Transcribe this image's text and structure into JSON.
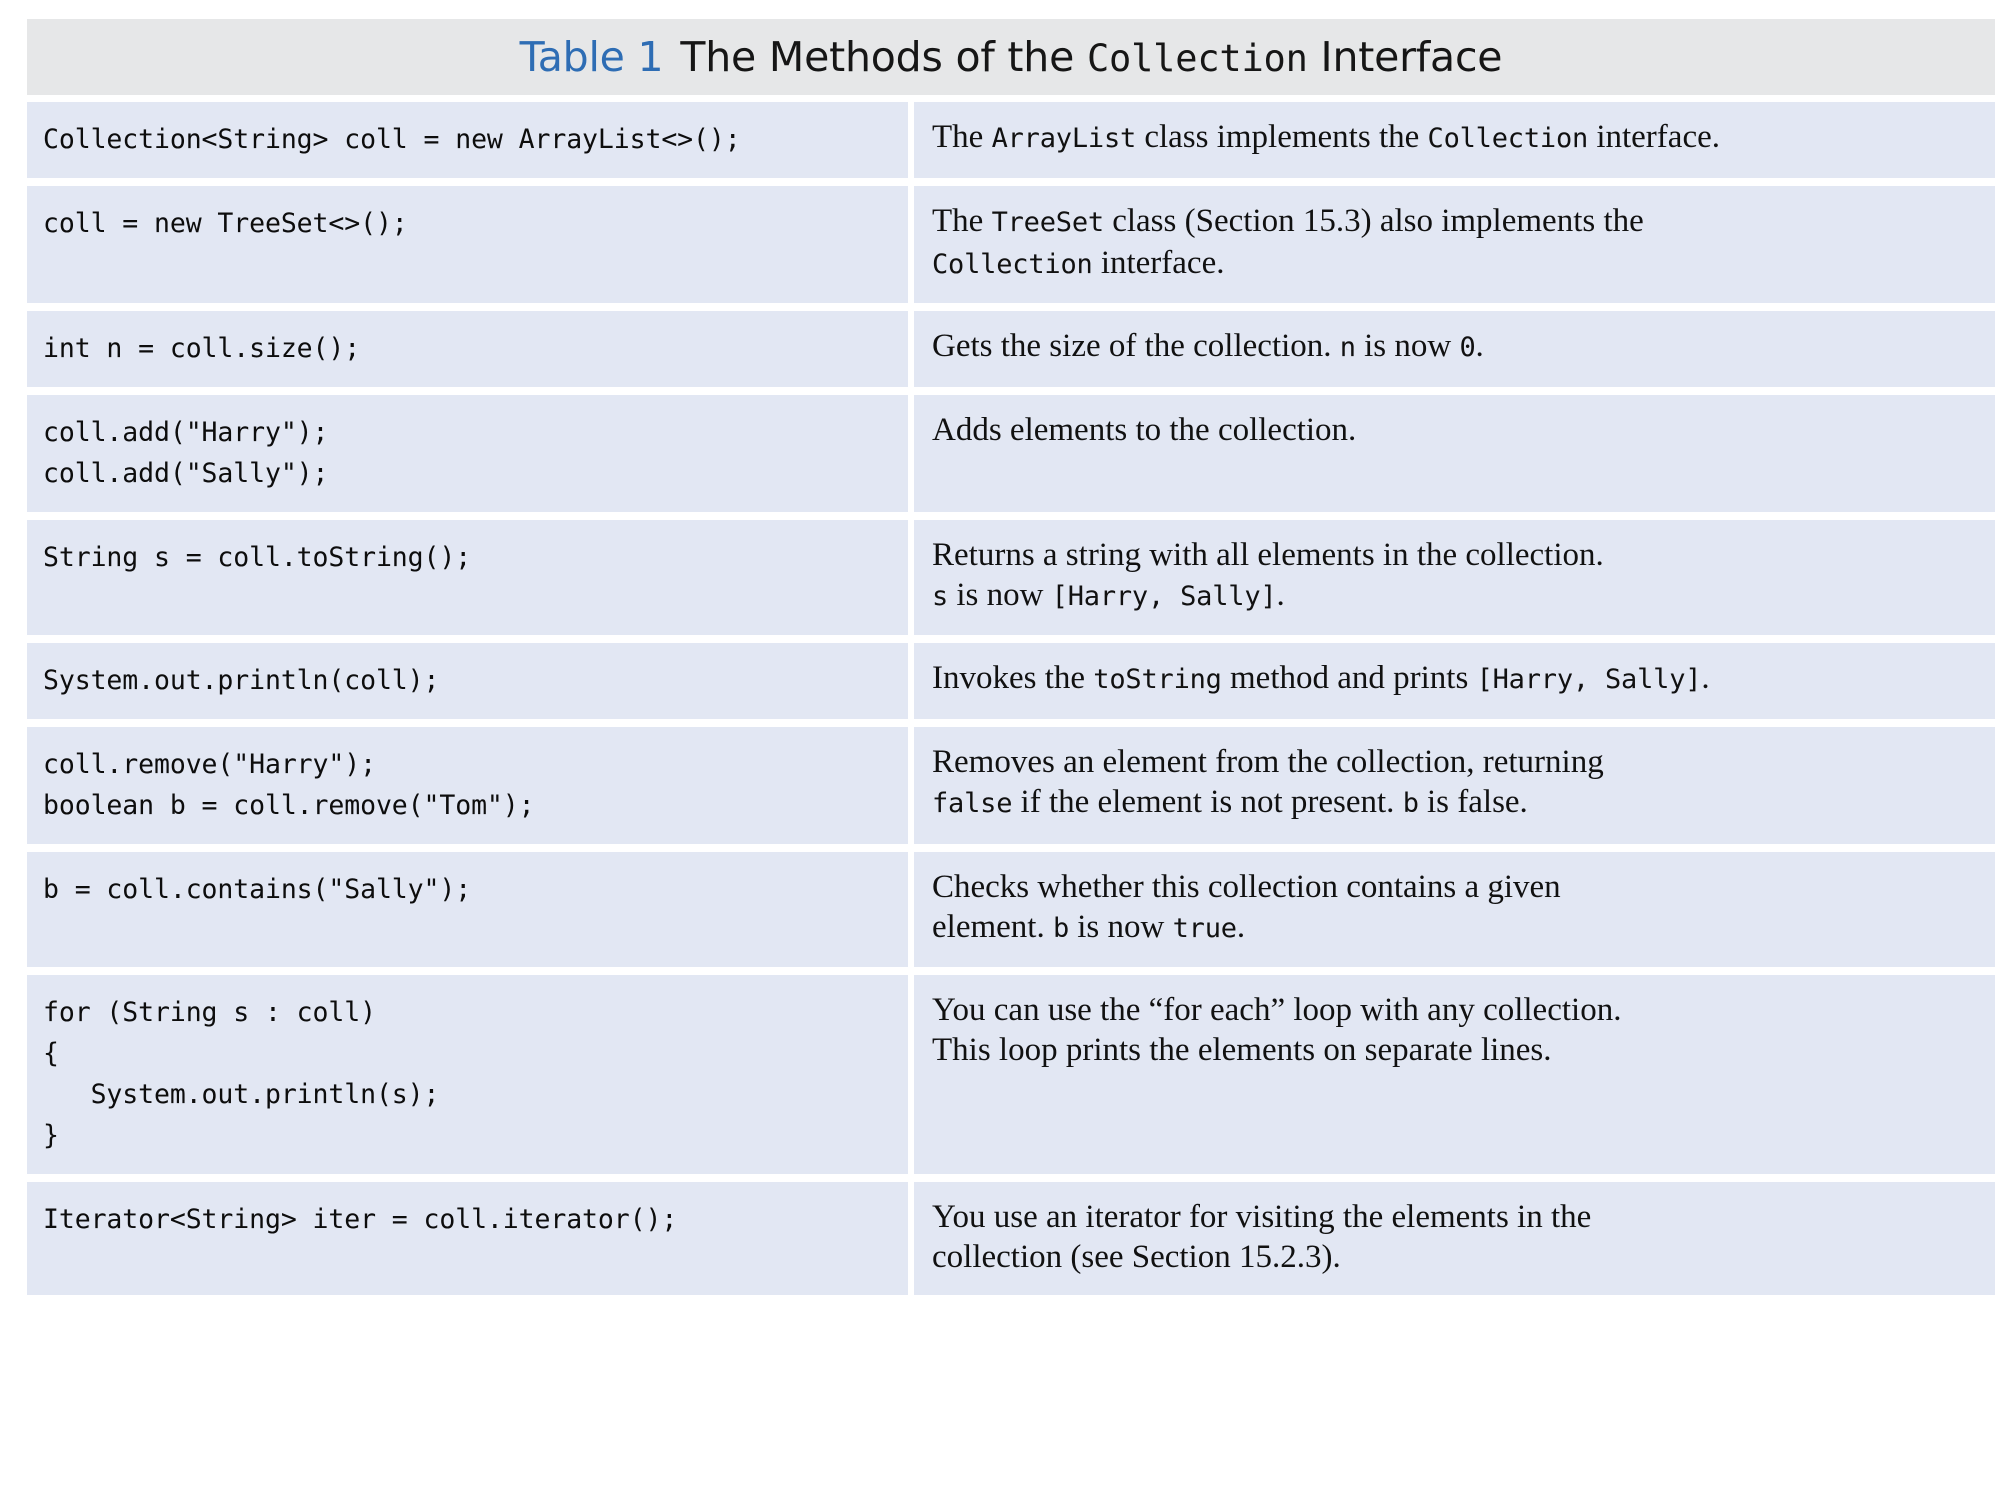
{
  "caption": {
    "label": "Table 1",
    "title_pre": "The Methods of the ",
    "title_mono": "Collection",
    "title_post": " Interface"
  },
  "table": {
    "columns": [
      "code",
      "description"
    ],
    "rows": [
      {
        "code": "Collection<String> coll = new ArrayList<>();",
        "desc_lines": [
          [
            {
              "t": "text",
              "v": "The "
            },
            {
              "t": "code",
              "v": "ArrayList"
            },
            {
              "t": "text",
              "v": " class implements the "
            },
            {
              "t": "code",
              "v": "Collection"
            },
            {
              "t": "text",
              "v": " interface."
            }
          ]
        ]
      },
      {
        "code": "coll = new TreeSet<>();",
        "desc_lines": [
          [
            {
              "t": "text",
              "v": "The "
            },
            {
              "t": "code",
              "v": "TreeSet"
            },
            {
              "t": "text",
              "v": " class (Section 15.3) also implements the"
            }
          ],
          [
            {
              "t": "code",
              "v": "Collection"
            },
            {
              "t": "text",
              "v": " interface."
            }
          ]
        ]
      },
      {
        "code": "int n = coll.size();",
        "desc_lines": [
          [
            {
              "t": "text",
              "v": "Gets the size of the collection. "
            },
            {
              "t": "code",
              "v": "n"
            },
            {
              "t": "text",
              "v": " is now "
            },
            {
              "t": "code",
              "v": "0"
            },
            {
              "t": "text",
              "v": "."
            }
          ]
        ]
      },
      {
        "code": "coll.add(\"Harry\");\ncoll.add(\"Sally\");",
        "desc_lines": [
          [
            {
              "t": "text",
              "v": "Adds elements to the collection."
            }
          ]
        ]
      },
      {
        "code": "String s = coll.toString();",
        "desc_lines": [
          [
            {
              "t": "text",
              "v": "Returns a string with all elements in the collection."
            }
          ],
          [
            {
              "t": "code",
              "v": "s"
            },
            {
              "t": "text",
              "v": " is now "
            },
            {
              "t": "code",
              "v": "[Harry, Sally]"
            },
            {
              "t": "text",
              "v": "."
            }
          ]
        ]
      },
      {
        "code": "System.out.println(coll);",
        "desc_lines": [
          [
            {
              "t": "text",
              "v": "Invokes the "
            },
            {
              "t": "code",
              "v": "toString"
            },
            {
              "t": "text",
              "v": " method and prints "
            },
            {
              "t": "code",
              "v": "[Harry, Sally]"
            },
            {
              "t": "text",
              "v": "."
            }
          ]
        ]
      },
      {
        "code": "coll.remove(\"Harry\");\nboolean b = coll.remove(\"Tom\");",
        "desc_lines": [
          [
            {
              "t": "text",
              "v": "Removes an element from the collection, returning"
            }
          ],
          [
            {
              "t": "code",
              "v": "false"
            },
            {
              "t": "text",
              "v": " if the element is not present. "
            },
            {
              "t": "code",
              "v": "b"
            },
            {
              "t": "text",
              "v": " is false."
            }
          ]
        ]
      },
      {
        "code": "b = coll.contains(\"Sally\");",
        "desc_lines": [
          [
            {
              "t": "text",
              "v": "Checks whether this collection contains a given"
            }
          ],
          [
            {
              "t": "text",
              "v": "element. "
            },
            {
              "t": "code",
              "v": "b"
            },
            {
              "t": "text",
              "v": " is now "
            },
            {
              "t": "code",
              "v": "true"
            },
            {
              "t": "text",
              "v": "."
            }
          ]
        ]
      },
      {
        "code": "for (String s : coll)\n{\n   System.out.println(s);\n}",
        "desc_lines": [
          [
            {
              "t": "text",
              "v": "You can use the “for each” loop with any collection."
            }
          ],
          [
            {
              "t": "text",
              "v": "This loop prints the elements on separate lines."
            }
          ]
        ]
      },
      {
        "code": "Iterator<String> iter = coll.iterator();",
        "desc_lines": [
          [
            {
              "t": "text",
              "v": "You use an iterator for visiting the elements in the"
            }
          ],
          [
            {
              "t": "text",
              "v": "collection (see Section 15.2.3)."
            }
          ]
        ]
      }
    ]
  },
  "colors": {
    "caption_bg": "#e6e7e8",
    "row_bg": "#e2e7f3",
    "page_bg": "#ffffff",
    "label_accent": "#2E6DB4",
    "text": "#111111"
  }
}
